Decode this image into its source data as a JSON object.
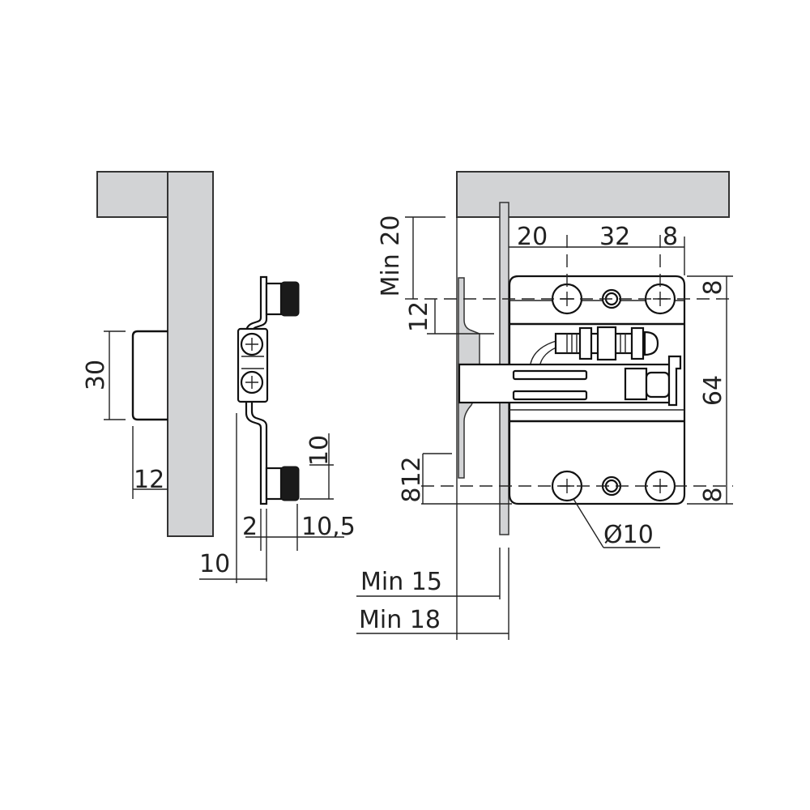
{
  "colors": {
    "panel_fill": "#d2d3d5",
    "line": "#222222",
    "background": "#ffffff"
  },
  "side_view": {
    "dims": {
      "height_30": "30",
      "offset_12": "12",
      "connector_10": "10",
      "plate_2": "2",
      "connector_10_5": "10,5",
      "depth_10": "10"
    }
  },
  "front_view": {
    "dims": {
      "min_20": "Min 20",
      "spacing_12_top": "12",
      "spacing_8_12_bottom": "812",
      "hole_offset_20": "20",
      "hole_spacing_32": "32",
      "edge_8_top": "8",
      "edge_8_right_top": "8",
      "height_64": "64",
      "edge_8_right_bottom": "8",
      "diameter_10": "Ø10",
      "min_15": "Min 15",
      "min_18": "Min 18"
    }
  }
}
